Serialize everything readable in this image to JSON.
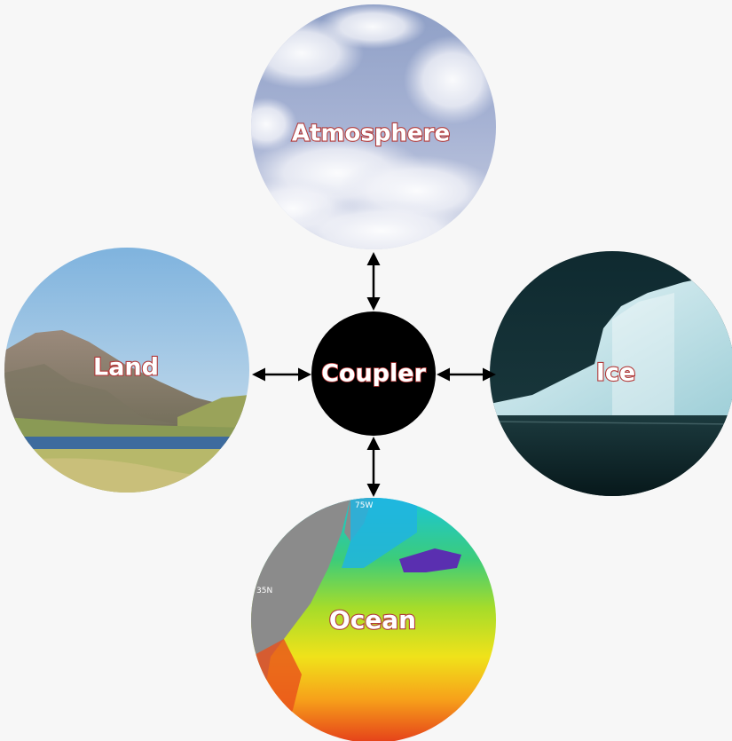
{
  "diagram": {
    "center": {
      "label": "Coupler"
    },
    "components": [
      {
        "id": "atmosphere",
        "label": "Atmosphere",
        "scene": "clouds-sky"
      },
      {
        "id": "land",
        "label": "Land",
        "scene": "mountain-lake"
      },
      {
        "id": "ice",
        "label": "Ice",
        "scene": "iceberg"
      },
      {
        "id": "ocean",
        "label": "Ocean",
        "scene": "sea-surface-temperature-map"
      }
    ],
    "map_ticks": [
      "75W",
      "35N"
    ],
    "connectors": [
      "coupler-atmosphere",
      "coupler-land",
      "coupler-ice",
      "coupler-ocean"
    ],
    "colors": {
      "background": "#f7f7f7",
      "coupler_fill": "#000000",
      "label_outline": "#b23a3a",
      "arrow": "#000000"
    }
  }
}
